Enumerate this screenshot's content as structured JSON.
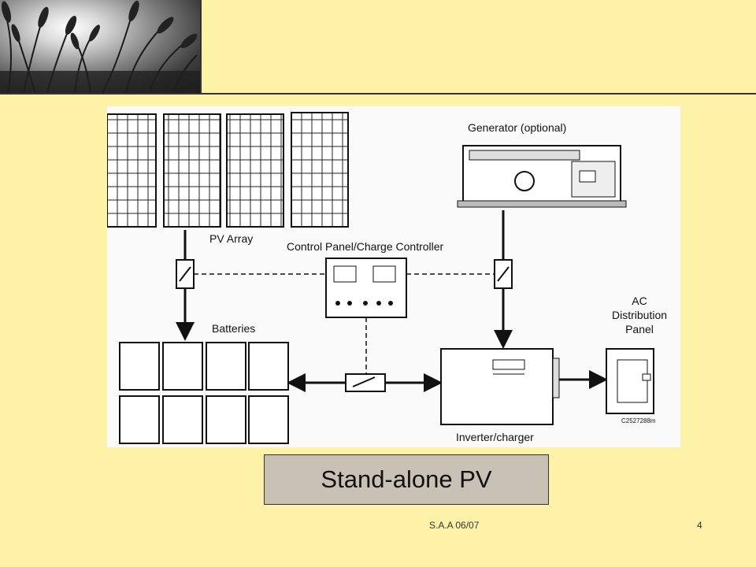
{
  "diagram": {
    "labels": {
      "pv_array": "PV Array",
      "generator": "Generator (optional)",
      "control_panel": "Control Panel/Charge Controller",
      "batteries": "Batteries",
      "ac_panel_line1": "AC",
      "ac_panel_line2": "Distribution",
      "ac_panel_line3": "Panel",
      "inverter": "Inverter/charger",
      "figure_code": "C2527288m"
    }
  },
  "caption": "Stand-alone PV",
  "footer": {
    "text": "S.A.A 06/07",
    "page_number": "4"
  }
}
